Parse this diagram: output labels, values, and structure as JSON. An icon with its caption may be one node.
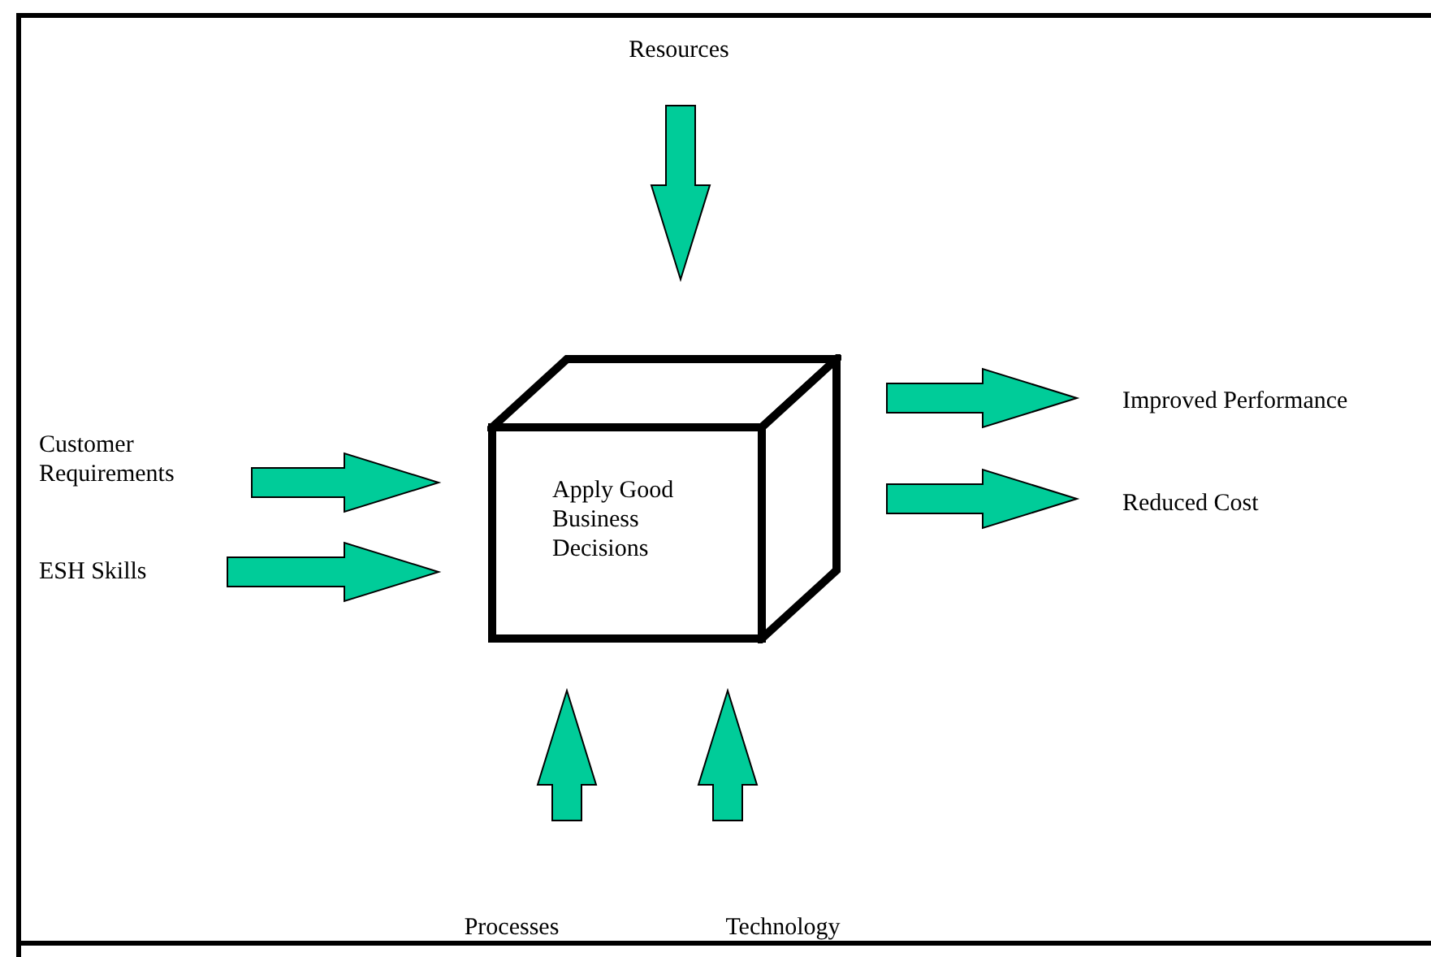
{
  "diagram": {
    "nodes": [
      {
        "text": [
          "Resources"
        ]
      },
      {
        "text": [
          "Customer Requirements"
        ]
      },
      {
        "text": [
          "ESH Skills"
        ]
      },
      {
        "text": [
          "Apply Good Business Decisions"
        ]
      },
      {
        "text": [
          "Improved Performance"
        ]
      },
      {
        "text": [
          "Reduced Cost"
        ]
      },
      {
        "text": [
          "Processes"
        ]
      },
      {
        "text": [
          "Technology"
        ]
      }
    ],
    "edges": [
      {
        "from": 0,
        "to": 3,
        "arrow": "to"
      },
      {
        "from": 1,
        "to": 3,
        "arrow": "to"
      },
      {
        "from": 2,
        "to": 3,
        "arrow": "to"
      },
      {
        "from": 3,
        "to": 4,
        "arrow": "to"
      },
      {
        "from": 3,
        "to": 5,
        "arrow": "to"
      },
      {
        "from": 6,
        "to": 3,
        "arrow": "to"
      },
      {
        "from": 7,
        "to": 3,
        "arrow": "to"
      }
    ]
  }
}
